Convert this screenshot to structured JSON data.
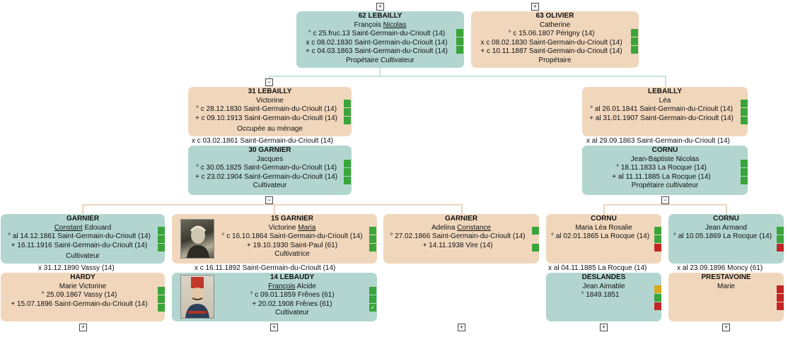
{
  "toggles": {
    "collapse": "−",
    "expand": "+"
  },
  "p62": {
    "name": "62 LEBAILLY",
    "first": "François",
    "first_u": "Nicolas",
    "l1": "° c 25.fruc.13 Saint-Germain-du-Crioult (14)",
    "l2": "x c 08.02.1830 Saint-Germain-du-Crioult (14)",
    "l3": "+ c 04.03.1863 Saint-Germain-du-Crioult (14)",
    "occ": "Propétaire  Cultivateur"
  },
  "p63": {
    "name": "63 OLIVIER",
    "first": "Catherine",
    "l1": "° c 15.06.1807 Périgny (14)",
    "l2": "x c 08.02.1830 Saint-Germain-du-Crioult (14)",
    "l3": "+ c 10.11.1887 Saint-Germain-du-Crioult (14)",
    "occ": "Propétaire"
  },
  "p31": {
    "name": "31 LEBAILLY",
    "first": "Victorine",
    "l1": "° c 28.12.1830 Saint-Germain-du-Crioult (14)",
    "l2": "+ c 09.10.1913 Saint-Germain-du-Crioult (14)",
    "occ": "Occupée au ménage"
  },
  "m31": "x c 03.02.1861 Saint-Germain-du-Crioult (14)",
  "p30": {
    "name": "30 GARNIER",
    "first": "Jacques",
    "l1": "° c 30.05.1825 Saint-Germain-du-Crioult (14)",
    "l2": "+ c 23.02.1904 Saint-Germain-du-Crioult (14)",
    "occ": "Cultivateur"
  },
  "lea": {
    "name": "LEBAILLY",
    "first": "Léa",
    "l1": "° al 26.01.1841 Saint-Germain-du-Crioult (14)",
    "l2": "+ al 31.01.1907 Saint-Germain-du-Crioult (14)"
  },
  "mlea": "x al 29.09.1863 Saint-Germain-du-Crioult (14)",
  "cornuJB": {
    "name": "CORNU",
    "first": "Jean-Baptiste Nicolas",
    "l1": "° 18.11.1833 La Rocque (14)",
    "l2": "+ al 11.11.1885 La Rocque (14)",
    "occ": "Propétaire cultivateur"
  },
  "gC": {
    "name": "GARNIER",
    "first_u": "Constant",
    "first": "Edouard",
    "l1": "° al 14.12.1861 Saint-Germain-du-Crioult (14)",
    "l2": "+ 16.11.1916 Saint-Germain-du-Crioult (14)",
    "occ": "Cultivateur"
  },
  "mgC": "x 31.12.1890 Vassy (14)",
  "hardy": {
    "name": "HARDY",
    "first": "Marie Victorine",
    "l1": "° 25.09.1867 Vassy (14)",
    "l2": "+ 15.07.1896 Saint-Germain-du-Crioult (14)"
  },
  "p15": {
    "name": "15 GARNIER",
    "first": "Victorine",
    "first_u": "Maria",
    "l1": "° c 16.10.1864 Saint-Germain-du-Crioult (14)",
    "l2": "+ 19.10.1930 Saint-Paul (61)",
    "occ": "Cultivatrice"
  },
  "m15": "x c 16.11.1892 Saint-Germain-du-Crioult (14)",
  "p14": {
    "name": "14 LEBAUDY",
    "first_u": "François",
    "first": "Alcide",
    "l1": "° c 09.01.1859 Frênes (61)",
    "l2": "+ 20.02.1908 Frênes (61)",
    "occ": "Cultivateur"
  },
  "gA": {
    "name": "GARNIER",
    "first": "Adelina",
    "first_u": "Constance",
    "l1": "° 27.02.1866 Saint-Germain-du-Crioult (14)",
    "l2": "+ 14.11.1938 Vire (14)"
  },
  "cML": {
    "name": "CORNU",
    "first": "Maria Léa Rosalie",
    "l1": "° al 02.01.1865 La Rocque (14)"
  },
  "mcML": "x al 04.11.1885 La Rocque (14)",
  "deslandes": {
    "name": "DESLANDES",
    "first": "Jean Aimable",
    "l1": "° 1849.1851"
  },
  "cJA": {
    "name": "CORNU",
    "first": "Jean Armand",
    "l1": "° al 10.05.1869 La Rocque (14)"
  },
  "mcJA": "x al 23.09.1896 Moncy (61)",
  "prestavoine": {
    "name": "PRESTAVOINE",
    "first": "Marie"
  },
  "colors": {
    "male": "#b2d6cf",
    "female": "#f0d7bc",
    "source_ok": "#3aa53a",
    "source_missing": "#c42424",
    "source_partial": "#d9a81c"
  }
}
